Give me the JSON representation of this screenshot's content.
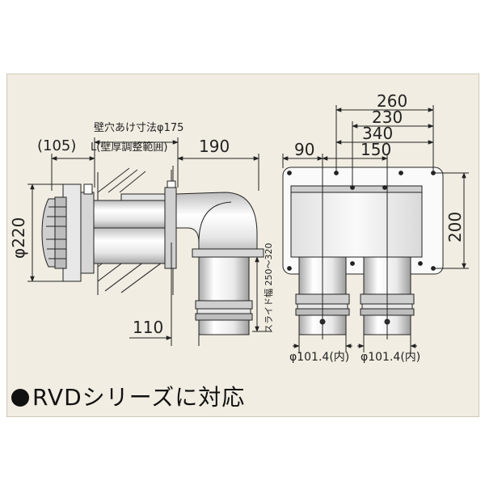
{
  "side_view": {
    "wall_hole_label": "壁穴あけ寸法φ175",
    "dim_105": "(105)",
    "wall_range_label": "L(壁厚調整範囲)",
    "dim_190": "190",
    "dim_phi220": "φ220",
    "dim_110": "110",
    "slide_label": "スライド幅 250〜320"
  },
  "front_view": {
    "dim_260": "260",
    "dim_230": "230",
    "dim_340": "340",
    "dim_90": "90",
    "dim_150": "150",
    "dim_200": "200",
    "pipe_left_label": "φ101.4(内)",
    "pipe_right_label": "φ101.4(内)"
  },
  "caption": "RVDシリーズに対応",
  "colors": {
    "panel": "#f2ede2",
    "line": "#222222",
    "metal_light": "#f4f4f4",
    "metal_mid": "#d8d8d8",
    "metal_dark": "#9a9a9a"
  }
}
